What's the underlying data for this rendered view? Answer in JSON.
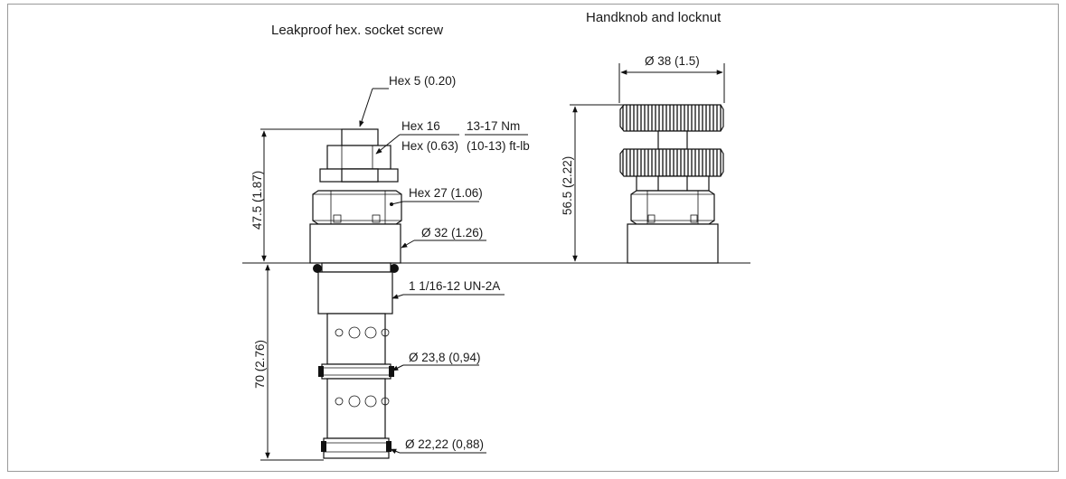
{
  "titles": {
    "left": "Leakproof hex. socket screw",
    "right": "Handknob and locknut"
  },
  "labels": {
    "hex5": "Hex 5 (0.20)",
    "hex16": "Hex 16",
    "hex16_inch": "Hex (0.63)",
    "torque_nm": "13-17 Nm",
    "torque_ftlb": "(10-13) ft-lb",
    "hex27": "Hex  27 (1.06)",
    "d32": "Ø 32 (1.26)",
    "thread": "1 1/16-12 UN-2A",
    "d238": "Ø 23,8 (0,94)",
    "d2222": "Ø 22,22 (0,88)",
    "d38": "Ø 38 (1.5)"
  },
  "dimensions": {
    "h475": "47.5 (1.87)",
    "h70": "70 (2.76)",
    "h565": "56.5 (2.22)"
  }
}
